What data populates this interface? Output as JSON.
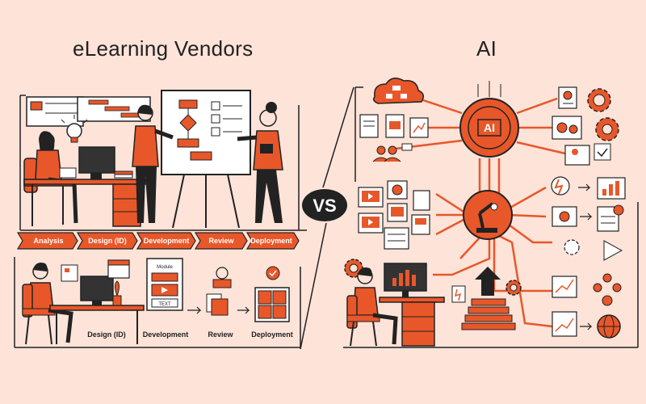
{
  "titles": {
    "left": "eLearning Vendors",
    "right": "AI"
  },
  "vs_label": "VS",
  "ai_label": "AI",
  "top_pipeline": [
    "Analysis",
    "Design (ID)",
    "Development",
    "Review",
    "Deployment"
  ],
  "bottom_pipeline": [
    "Design (ID)",
    "Development",
    "Review",
    "Deployment"
  ],
  "screen_labels": {
    "module": "Module",
    "text": "TEXT"
  },
  "colors": {
    "background": "#fde3d8",
    "accent": "#e8572a",
    "ink": "#222222"
  }
}
